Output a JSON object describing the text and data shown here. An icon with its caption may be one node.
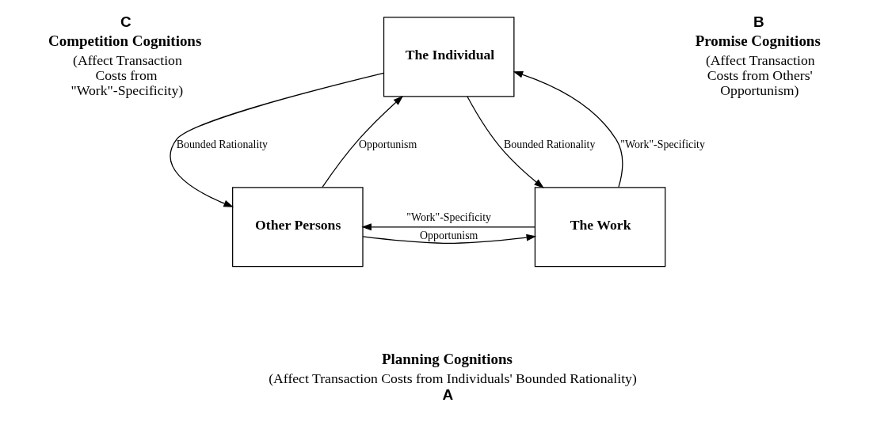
{
  "diagram": {
    "nodes": [
      {
        "text": [
          "The Individual"
        ]
      },
      {
        "text": [
          "Other Persons"
        ]
      },
      {
        "text": [
          "The Work"
        ]
      }
    ],
    "edges": [
      {
        "from": 0,
        "to": 1,
        "arrow": "to",
        "label": "Bounded Rationality"
      },
      {
        "from": 1,
        "to": 0,
        "arrow": "to",
        "label": "Opportunism"
      },
      {
        "from": 2,
        "to": 0,
        "arrow": "to",
        "label": "\"Work\"-Specificity"
      },
      {
        "from": 0,
        "to": 2,
        "arrow": "to",
        "label": "Bounded Rationality"
      },
      {
        "from": 1,
        "to": 2,
        "arrow": "to",
        "label": "Opportunism"
      },
      {
        "from": 2,
        "to": 1,
        "arrow": "to",
        "label": "\"Work\"-Specificity"
      }
    ],
    "labels": [
      "C",
      "Competition Cognitions",
      "(Affect Transaction Costs from \"Work\"-Specificity)",
      "B",
      "Promise Cognitions",
      "(Affect Transaction Costs from Others' Opportunism)",
      "Planning Cognitions",
      "(Affect Transaction Costs from Individuals' Bounded Rationality)",
      "A"
    ]
  }
}
